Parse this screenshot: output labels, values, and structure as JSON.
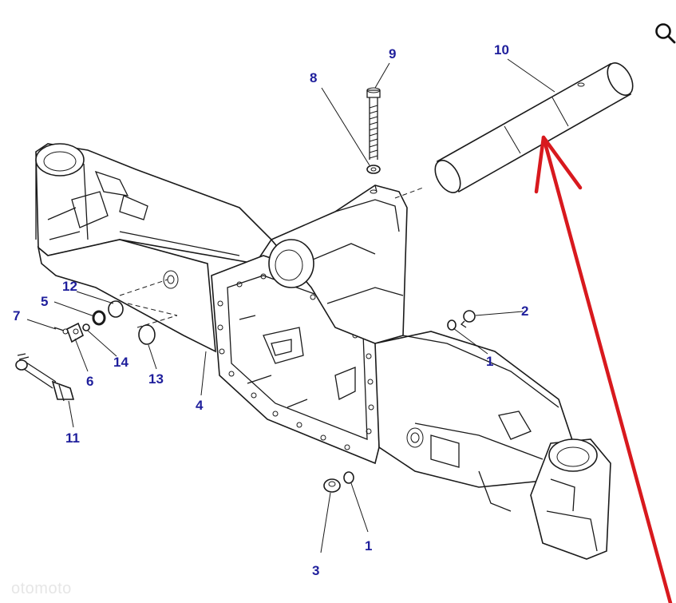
{
  "colors": {
    "callout_text": "#1f1f9c",
    "line": "#1a1a1a",
    "arrow": "#d8191e",
    "watermark": "#e6e6e6"
  },
  "icons": {
    "zoom": "search-icon"
  },
  "watermark": "otomoto",
  "callouts": {
    "c1a": "1",
    "c1b": "1",
    "c2": "2",
    "c3": "3",
    "c4": "4",
    "c5": "5",
    "c6": "6",
    "c7": "7",
    "c8": "8",
    "c9": "9",
    "c10": "10",
    "c11": "11",
    "c12": "12",
    "c13": "13",
    "c14": "14"
  }
}
